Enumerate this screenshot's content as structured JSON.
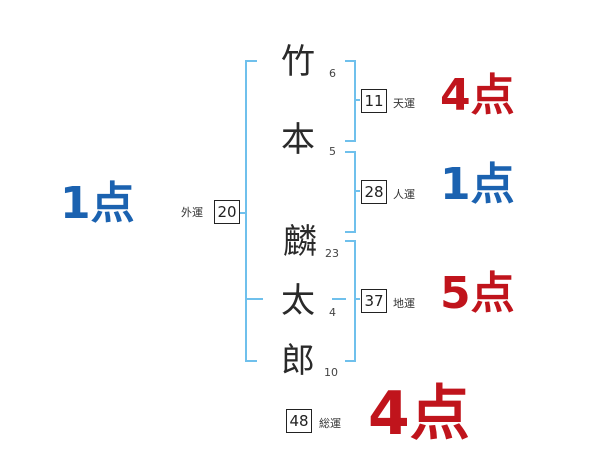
{
  "colors": {
    "bracket": "#6fc0ec",
    "score_red": "#c0141c",
    "score_blue": "#1b62b0"
  },
  "name": {
    "chars": [
      {
        "char": "竹",
        "strokes": "6"
      },
      {
        "char": "本",
        "strokes": "5"
      },
      {
        "char": "麟",
        "strokes": "23"
      },
      {
        "char": "太",
        "strokes": "4"
      },
      {
        "char": "郎",
        "strokes": "10"
      }
    ]
  },
  "fortunes": {
    "ten": {
      "value": "11",
      "label": "天運",
      "score": "4点",
      "score_color": "red"
    },
    "jin": {
      "value": "28",
      "label": "人運",
      "score": "1点",
      "score_color": "blue"
    },
    "chi": {
      "value": "37",
      "label": "地運",
      "score": "5点",
      "score_color": "red"
    },
    "gai": {
      "value": "20",
      "label": "外運",
      "score": "1点",
      "score_color": "blue"
    },
    "sou": {
      "value": "48",
      "label": "総運",
      "score": "4点",
      "score_color": "red"
    }
  }
}
